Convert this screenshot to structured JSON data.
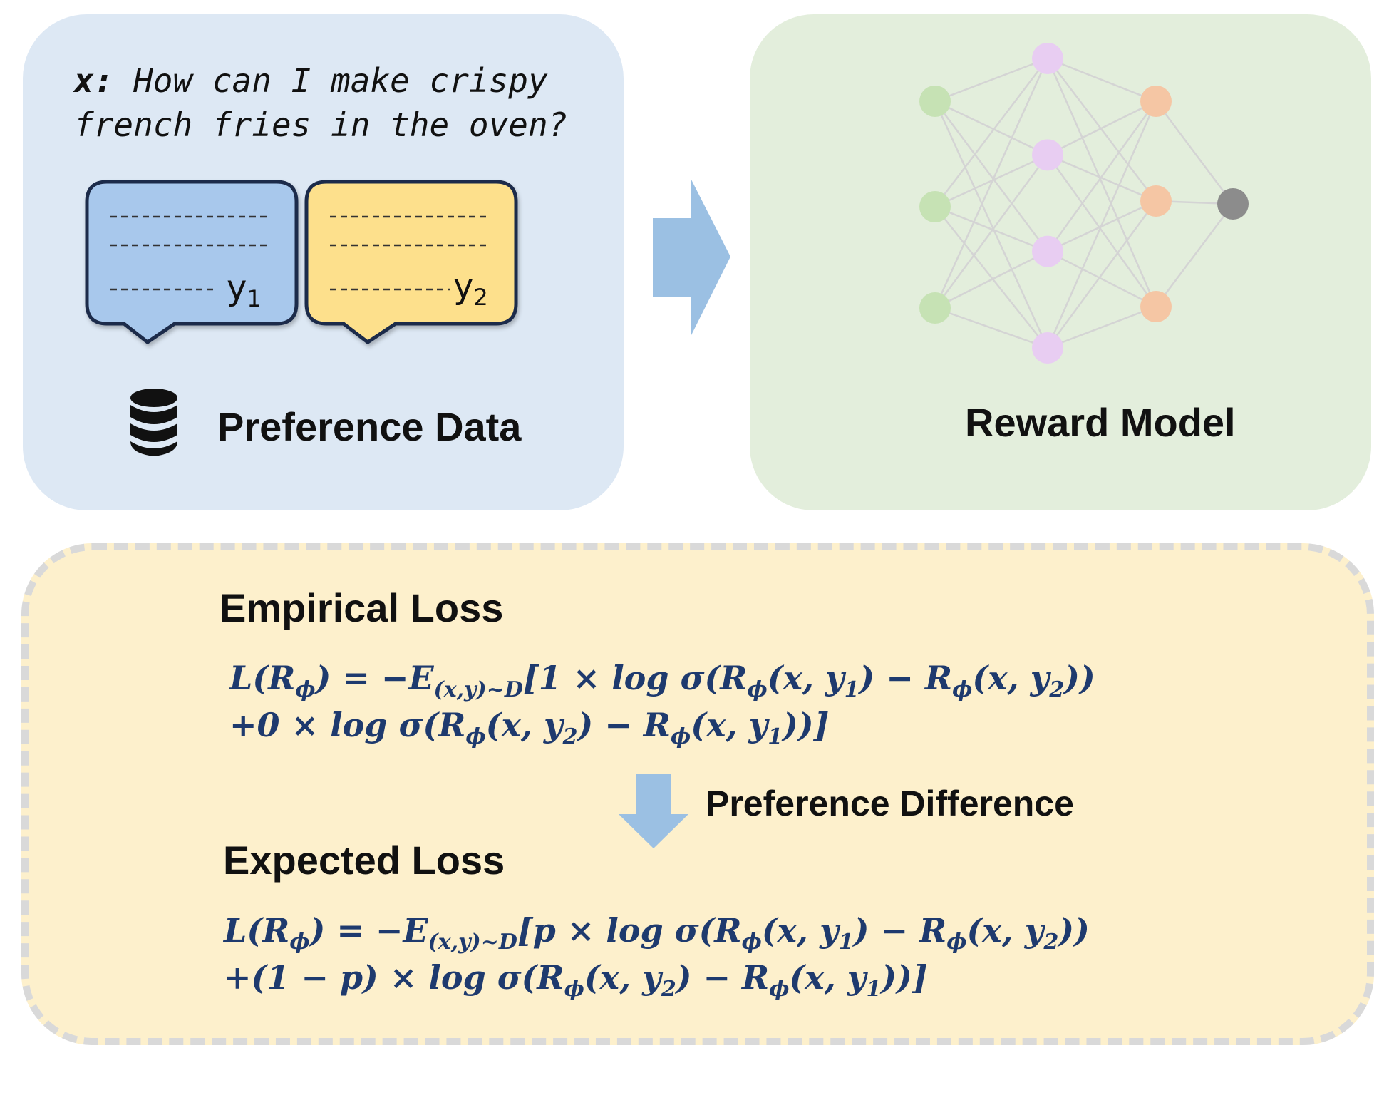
{
  "preference_panel": {
    "prompt_label": "x:",
    "prompt_text": " How can I make crispy french fries in the oven?",
    "response_1": "y",
    "response_1_sub": "1",
    "response_2": "y",
    "response_2_sub": "2",
    "title": "Preference Data",
    "icon": "database-icon",
    "color": "#dde8f4"
  },
  "reward_panel": {
    "title": "Reward Model",
    "icon": "hierarchy-icon",
    "color": "#e3eedc",
    "network_layers": [
      {
        "nodes": 3,
        "color": "#c6e2b4"
      },
      {
        "nodes": 4,
        "color": "#e8cdf2"
      },
      {
        "nodes": 3,
        "color": "#f5c6a4"
      },
      {
        "nodes": 1,
        "color": "#8c8c8c"
      }
    ]
  },
  "loss_panel": {
    "color": "#fdf0cc",
    "empirical_title": "Empirical Loss",
    "empirical_line1": "L(Rϕ) = −E(x,y)~D[1 × log σ(Rϕ(x, y1) − Rϕ(x, y2))",
    "empirical_line2": "+0 × log σ(Rϕ(x, y2) − Rϕ(x, y1))]",
    "difference_label": "Preference Difference",
    "expected_title": "Expected Loss",
    "expected_line1": "L(Rϕ) = −E(x,y)~D[p × log σ(Rϕ(x, y1) − Rϕ(x, y2))",
    "expected_line2": "+(1 − p) × log σ(Rϕ(x, y2) − Rϕ(x, y1))]"
  },
  "arrows": {
    "color": "#9bc0e3"
  }
}
